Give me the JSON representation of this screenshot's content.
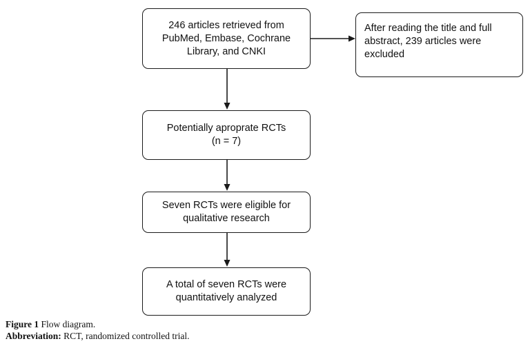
{
  "figure": {
    "type": "flow-diagram",
    "boxes": [
      {
        "id": "retrieved",
        "text": "246 articles retrieved from\nPubMed, Embase, Cochrane\nLibrary, and CNKI"
      },
      {
        "id": "excluded",
        "text": "After reading the title and full\nabstract, 239 articles were\nexcluded"
      },
      {
        "id": "potentially-appropriate",
        "text": "Potentially aproprate RCTs\n(n = 7)"
      },
      {
        "id": "eligible",
        "text": "Seven RCTs were eligible for\nqualitative research"
      },
      {
        "id": "analyzed",
        "text": "A total of seven RCTs were\nquantitatively analyzed"
      }
    ]
  },
  "caption": {
    "figure_label": "Figure 1",
    "figure_text": " Flow diagram.",
    "abbreviation_label": "Abbreviation:",
    "abbreviation_text": " RCT, randomized controlled trial."
  },
  "colors": {
    "stroke": "#1a1a1a",
    "text": "#111111",
    "background": "#ffffff"
  }
}
